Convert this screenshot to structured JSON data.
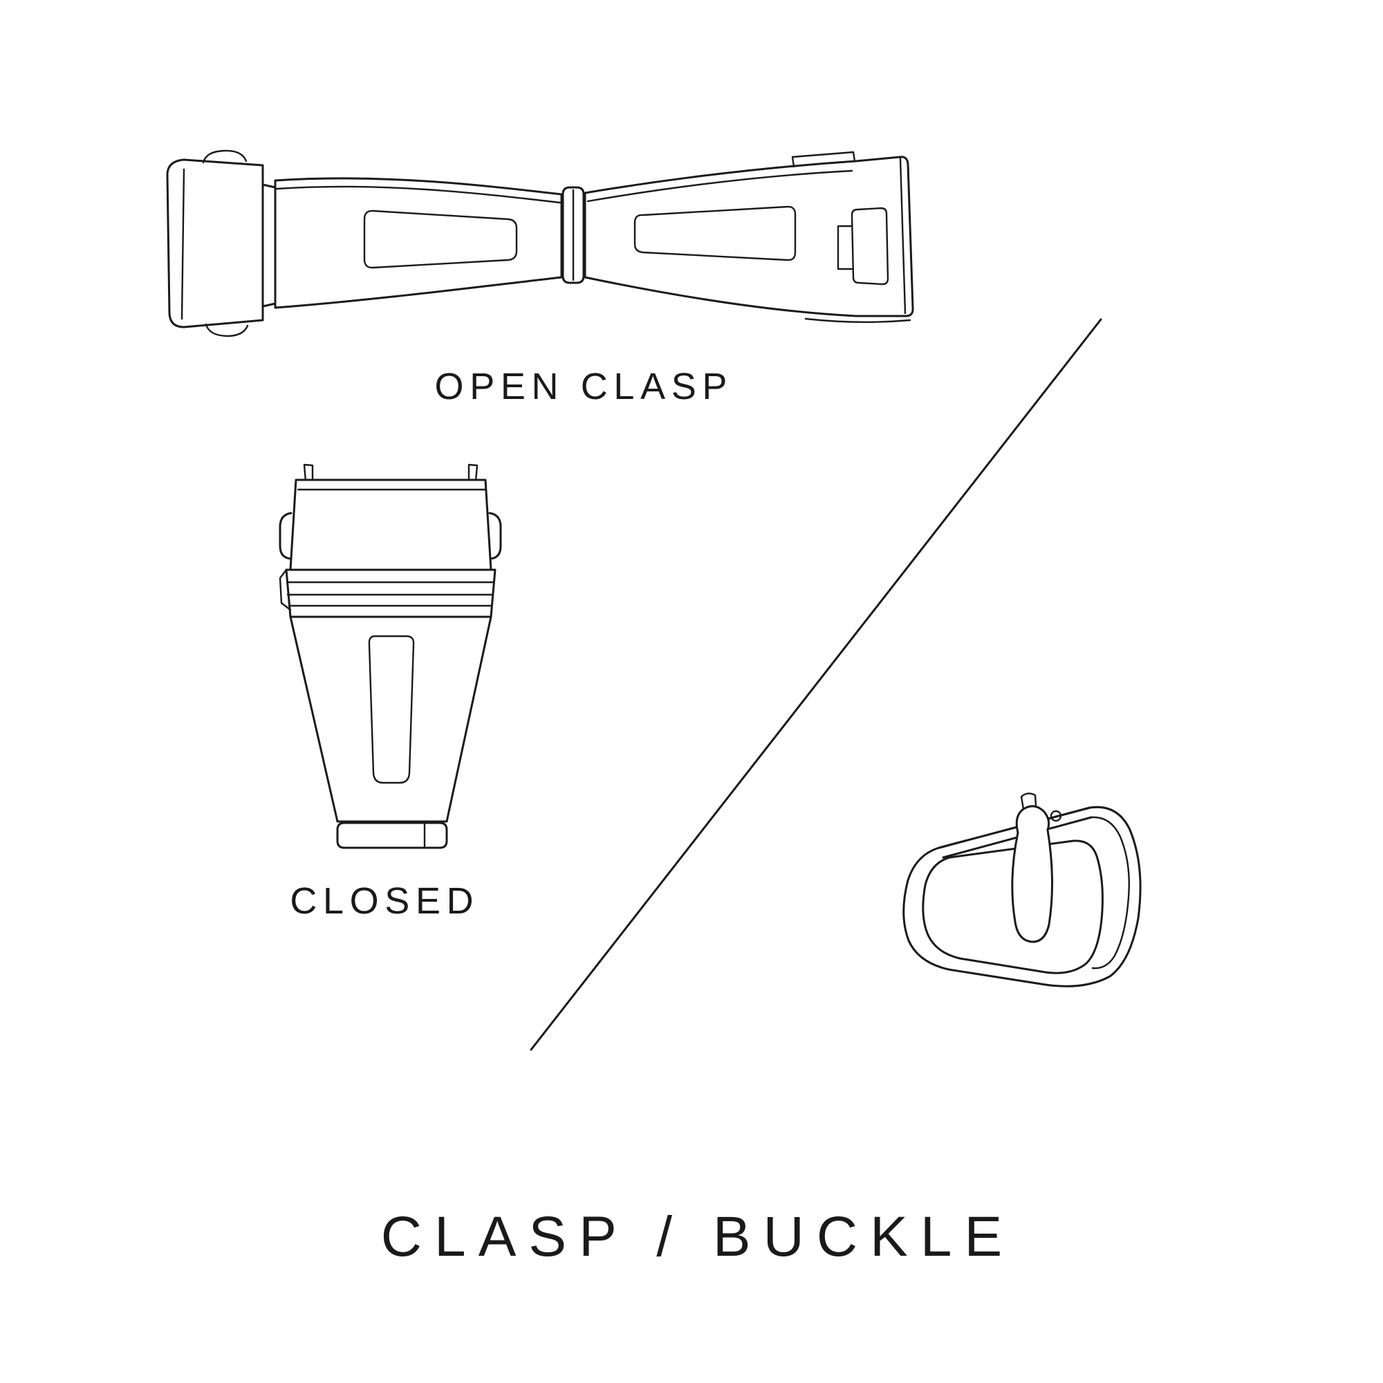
{
  "diagram": {
    "title": "CLASP / BUCKLE",
    "labels": {
      "open_clasp": "OPEN CLASP",
      "closed_clasp": "CLOSED"
    },
    "colors": {
      "background": "#ffffff",
      "line": "#1a1a1a"
    }
  }
}
